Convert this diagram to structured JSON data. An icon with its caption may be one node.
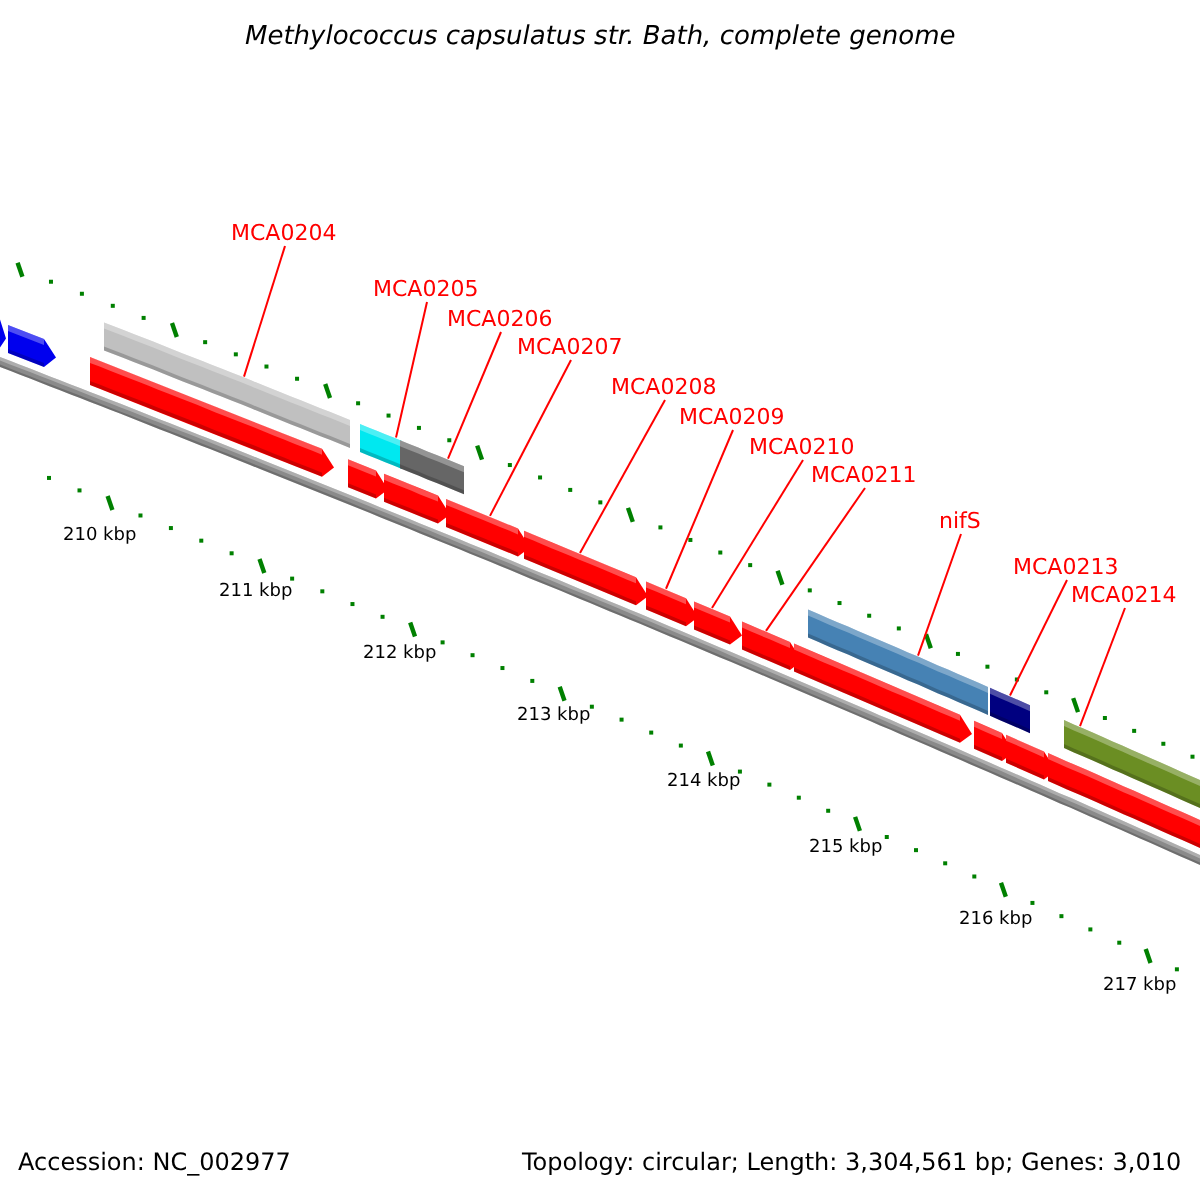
{
  "diagram": {
    "title": "Methylococcus capsulatus str. Bath, complete genome",
    "nodes": [
      {
        "text": [
          "MCA0204"
        ]
      },
      {
        "text": [
          "MCA0205"
        ]
      },
      {
        "text": [
          "MCA0206"
        ]
      },
      {
        "text": [
          "MCA0207"
        ]
      },
      {
        "text": [
          "MCA0208"
        ]
      },
      {
        "text": [
          "MCA0209"
        ]
      },
      {
        "text": [
          "MCA0210"
        ]
      },
      {
        "text": [
          "MCA0211"
        ]
      },
      {
        "text": [
          "nifS"
        ]
      },
      {
        "text": [
          "MCA0213"
        ]
      },
      {
        "text": [
          "MCA0214"
        ]
      },
      {
        "text": [],
        "shape": "arrow"
      },
      {
        "text": [],
        "shape": "arrow"
      },
      {
        "text": [],
        "shape": "arrow"
      },
      {
        "text": [],
        "shape": "bar"
      },
      {
        "text": [],
        "shape": "arrow"
      },
      {
        "text": [],
        "shape": "bar"
      },
      {
        "text": [],
        "shape": "arrow"
      },
      {
        "text": [],
        "shape": "bar"
      },
      {
        "text": [],
        "shape": "arrow"
      },
      {
        "text": [],
        "shape": "arrow"
      },
      {
        "text": [],
        "shape": "arrow"
      },
      {
        "text": [],
        "shape": "arrow"
      },
      {
        "text": [],
        "shape": "arrow"
      },
      {
        "text": [],
        "shape": "arrow"
      },
      {
        "text": [],
        "shape": "bar"
      },
      {
        "text": [],
        "shape": "arrow"
      },
      {
        "text": [],
        "shape": "bar"
      },
      {
        "text": [],
        "shape": "arrow"
      },
      {
        "text": [],
        "shape": "arrow"
      },
      {
        "text": [],
        "shape": "bar"
      },
      {
        "text": [],
        "shape": "bar"
      }
    ],
    "edges": [
      {
        "from": 0,
        "to": 14,
        "arrow": "none"
      },
      {
        "from": 1,
        "to": 16,
        "arrow": "none"
      },
      {
        "from": 2,
        "to": 18,
        "arrow": "none"
      },
      {
        "from": 3,
        "to": 19,
        "arrow": "none"
      },
      {
        "from": 4,
        "to": 20,
        "arrow": "none"
      },
      {
        "from": 5,
        "to": 21,
        "arrow": "none"
      },
      {
        "from": 6,
        "to": 22,
        "arrow": "none"
      },
      {
        "from": 7,
        "to": 23,
        "arrow": "none"
      },
      {
        "from": 8,
        "to": 25,
        "arrow": "none"
      },
      {
        "from": 9,
        "to": 27,
        "arrow": "none"
      },
      {
        "from": 10,
        "to": 30,
        "arrow": "none"
      }
    ],
    "labels": [
      "210 kbp",
      "211 kbp",
      "212 kbp",
      "213 kbp",
      "214 kbp",
      "215 kbp",
      "216 kbp",
      "217 kbp",
      "Accession: NC_002977",
      "Topology: circular; Length: 3,304,561 bp; Genes: 3,010"
    ]
  }
}
